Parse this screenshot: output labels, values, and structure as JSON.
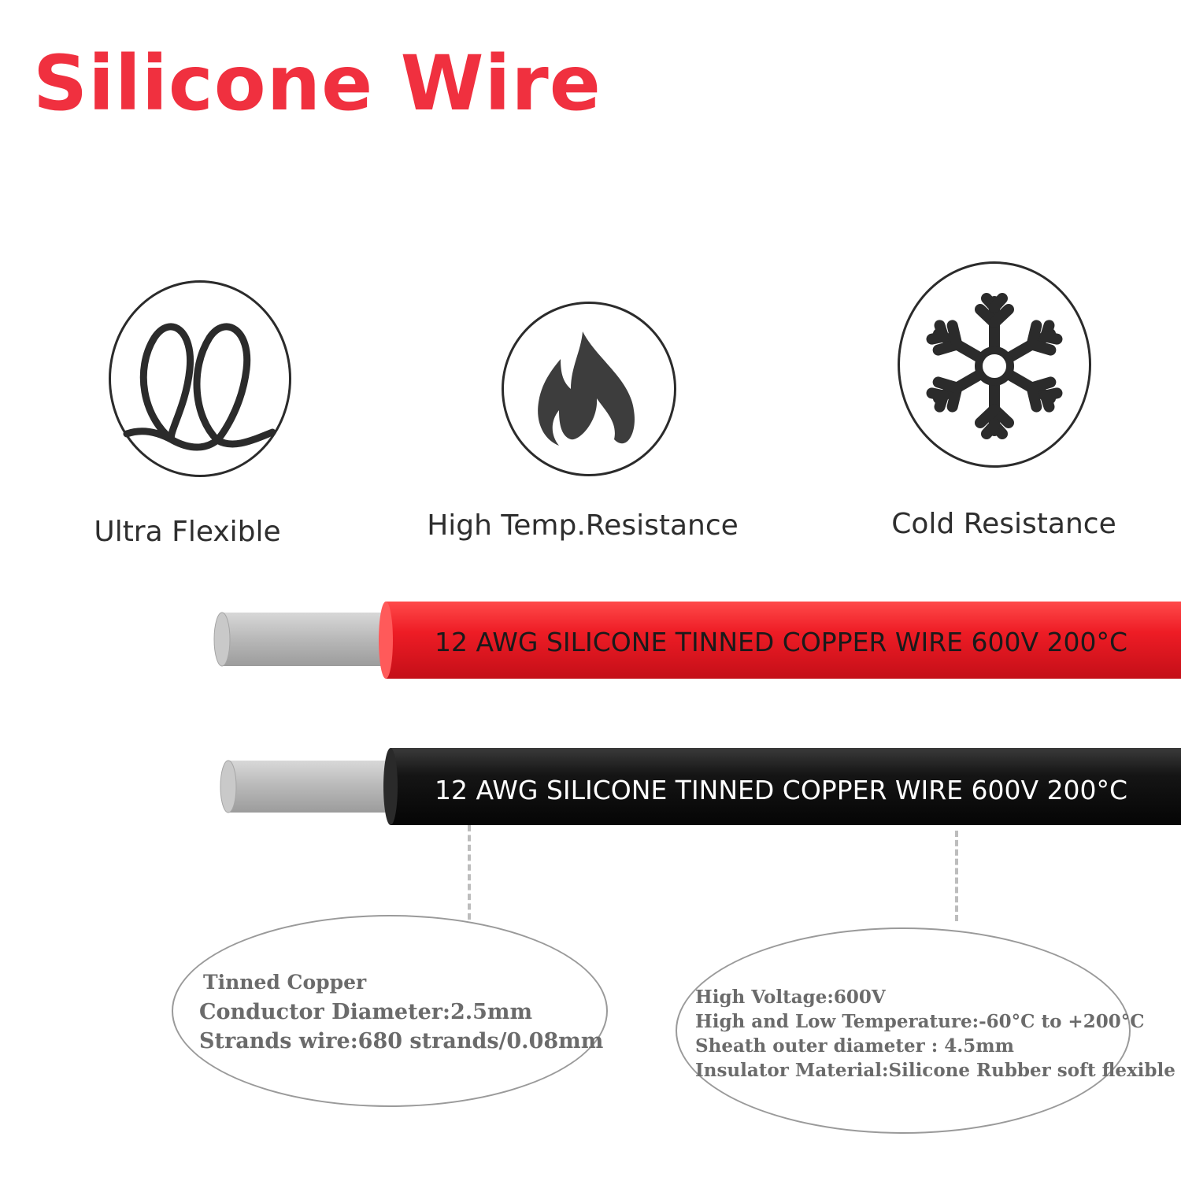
{
  "title": {
    "text": "Silicone Wire",
    "color": "#f0303f"
  },
  "features": [
    {
      "label": "Ultra Flexible",
      "icon": "coil-icon"
    },
    {
      "label": "High Temp.Resistance",
      "icon": "flame-icon"
    },
    {
      "label": "Cold Resistance",
      "icon": "snowflake-icon"
    }
  ],
  "wires": [
    {
      "print": "12 AWG SILICONE TINNED COPPER WIRE 600V 200°C",
      "color": "#ee1c25",
      "text_color": "#1a1a1a"
    },
    {
      "print": "12 AWG SILICONE TINNED COPPER WIRE 600V 200°C",
      "color": "#111111",
      "text_color": "#ffffff"
    }
  ],
  "conductor_spec": {
    "lines": [
      "Tinned Copper",
      "Conductor Diameter:2.5mm",
      "Strands wire:680 strands/0.08mm"
    ]
  },
  "insulation_spec": {
    "lines": [
      "High Voltage:600V",
      "High and Low Temperature:-60°C to +200°C",
      "Sheath outer diameter : 4.5mm",
      "Insulator Material:Silicone Rubber soft flexible"
    ]
  }
}
